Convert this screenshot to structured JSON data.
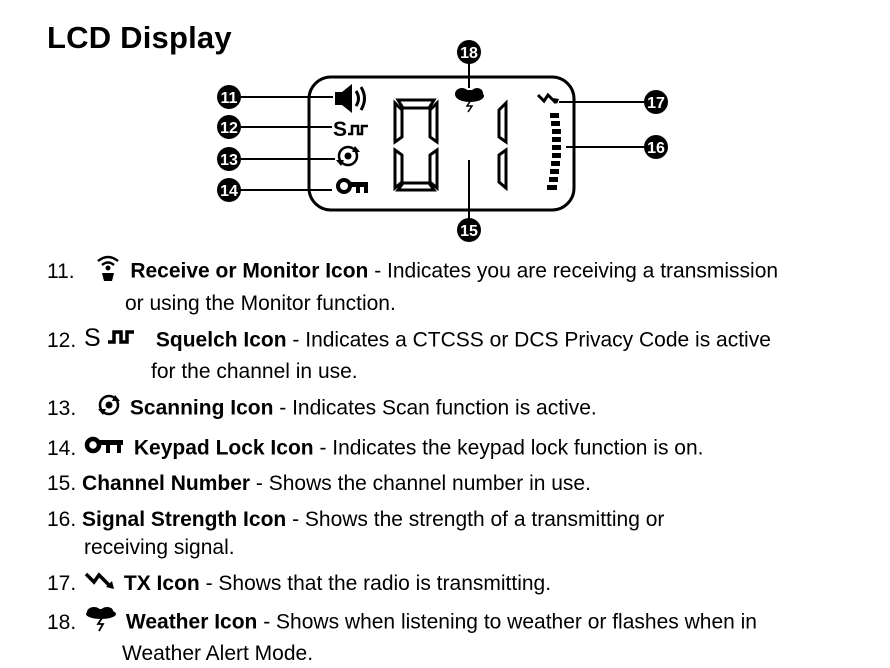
{
  "page": {
    "title": "LCD Display"
  },
  "lcd": {
    "channel_digits": "01"
  },
  "callouts": [
    "11",
    "12",
    "13",
    "14",
    "15",
    "16",
    "17",
    "18"
  ],
  "items": [
    {
      "num": "11.",
      "icon": "receive-monitor-icon",
      "name": "Receive or Monitor Icon",
      "desc": " - Indicates you are receiving a transmission",
      "cont": "or using the Monitor function."
    },
    {
      "num": "12.",
      "icon": "squelch-icon",
      "name": "Squelch Icon",
      "desc": " - Indicates a CTCSS or DCS Privacy Code is active",
      "cont": "for the channel in use."
    },
    {
      "num": "13.",
      "icon": "scanning-icon",
      "name": "Scanning Icon",
      "desc": " - Indicates Scan function is active.",
      "cont": ""
    },
    {
      "num": "14.",
      "icon": "keypad-lock-icon",
      "name": "Keypad Lock Icon",
      "desc": " - Indicates the keypad lock function is on.",
      "cont": ""
    },
    {
      "num": "15.",
      "icon": "",
      "name": "Channel Number",
      "desc": " - Shows the channel number in use.",
      "cont": ""
    },
    {
      "num": "16.",
      "icon": "",
      "name": "Signal Strength Icon",
      "desc": " - Shows the strength of a transmitting or",
      "cont": "receiving signal."
    },
    {
      "num": "17.",
      "icon": "tx-icon",
      "name": "TX Icon",
      "desc": " - Shows that the radio is transmitting.",
      "cont": ""
    },
    {
      "num": "18.",
      "icon": "weather-icon",
      "name": "Weather Icon",
      "desc": " - Shows when listening to weather or flashes when in",
      "cont": "Weather Alert Mode."
    }
  ]
}
